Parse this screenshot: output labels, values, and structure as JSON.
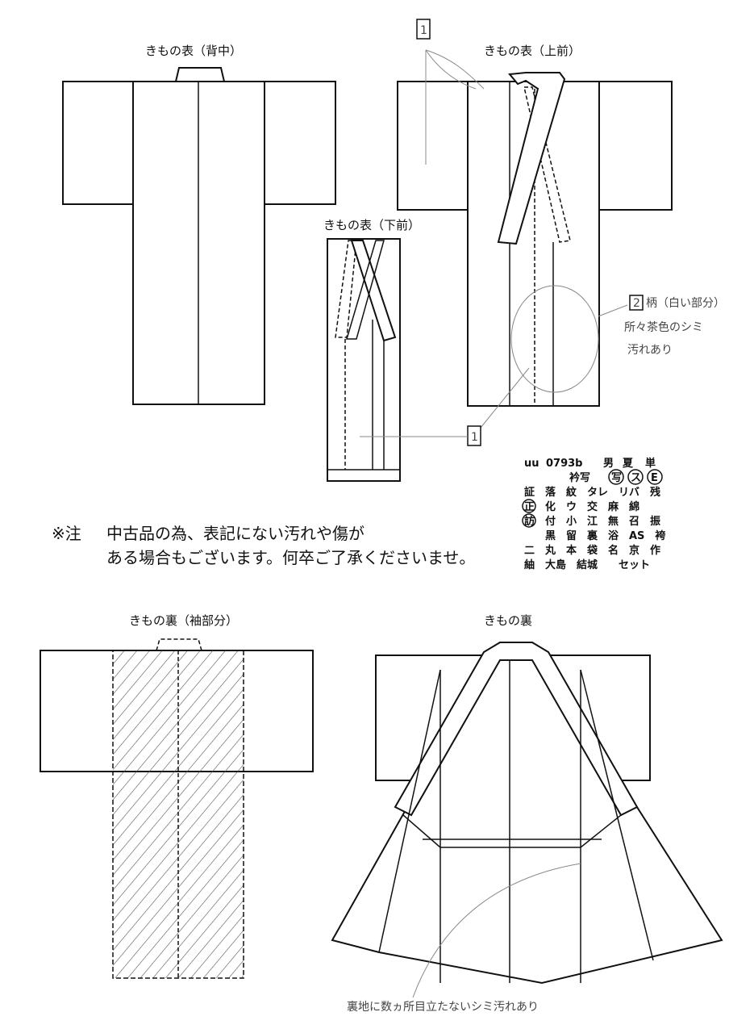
{
  "labels": {
    "front_back": "きもの表（背中）",
    "front_upper": "きもの表（上前）",
    "front_lower": "きもの表（下前）",
    "inner_sleeve": "きもの裏（袖部分）",
    "inner": "きもの裏"
  },
  "marker": "1",
  "hand_notes": {
    "pattern_box": "2",
    "pattern_title": "柄（白い部分）",
    "pattern_line2": "所々茶色のシミ",
    "pattern_line3": "汚れあり",
    "lining": "裏地に数ヵ所目立たないシミ汚れあり"
  },
  "code_table": {
    "id_prefix": "uu",
    "id_number": "0793b",
    "row1_tail": [
      "男",
      "夏",
      "単"
    ],
    "row2": [
      "衿写",
      "写",
      "ス",
      "E"
    ],
    "rows": [
      "証　落　紋　タレ　リバ　残",
      "　　化　ウ　交　麻　綿",
      "　　付　小　江　無　召　振",
      "　　黒　留　裏　浴　AS　袴",
      "二　丸　本　袋　名　京　作",
      "紬　大島　結城　　セット"
    ],
    "circled_left": [
      "正",
      "訪"
    ]
  },
  "notice": {
    "mark": "※注",
    "line1": "中古品の為、表記にない汚れや傷が",
    "line2": "ある場合もございます。何卒ご了承くださいませ。"
  }
}
